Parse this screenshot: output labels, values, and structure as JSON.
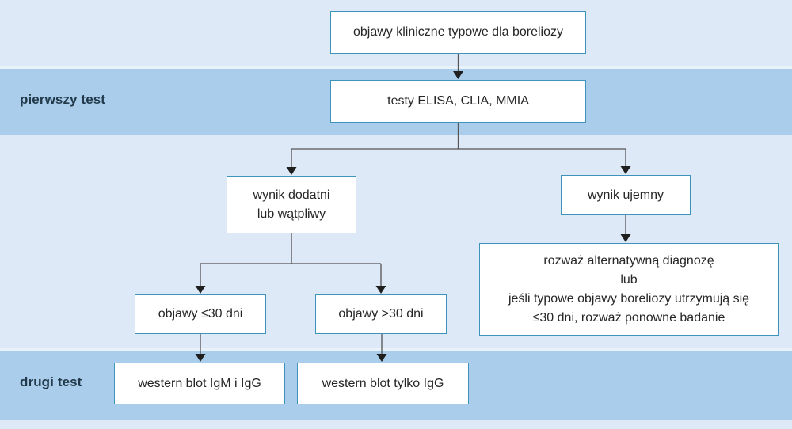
{
  "page": {
    "type": "flowchart",
    "language": "Polish",
    "topic": "Lyme disease (borelioza) serologic testing algorithm",
    "colors": {
      "background_light": "#dde9f7",
      "band_dark": "#a9cdea",
      "box_background": "#ffffff",
      "box_border": "#3e93bb",
      "connector_line": "#555555",
      "arrowhead": "#1f1f1f",
      "node_text": "#262626",
      "row_label_text": "#21394a"
    }
  },
  "rows": {
    "first_test": {
      "label": "pierwszy test"
    },
    "second_test": {
      "label": "drugi test"
    }
  },
  "nodes": {
    "symptoms": {
      "text": "objawy kliniczne typowe dla boreliozy"
    },
    "elisa": {
      "text": "testy ELISA, CLIA, MMIA"
    },
    "positive": {
      "line1": "wynik dodatni",
      "line2": "lub wątpliwy"
    },
    "negative": {
      "text": "wynik ujemny"
    },
    "alternative": {
      "line1": "rozważ alternatywną diagnozę",
      "line2": "lub",
      "line3": "jeśli typowe objawy boreliozy utrzymują się",
      "line4": "≤30 dni, rozważ ponowne badanie"
    },
    "symptoms_le_30": {
      "text": "objawy ≤30 dni"
    },
    "symptoms_gt_30": {
      "text": "objawy >30 dni"
    },
    "western_blot_igm_igg": {
      "text": "western blot IgM i IgG"
    },
    "western_blot_igg": {
      "text": "western blot tylko IgG"
    }
  }
}
